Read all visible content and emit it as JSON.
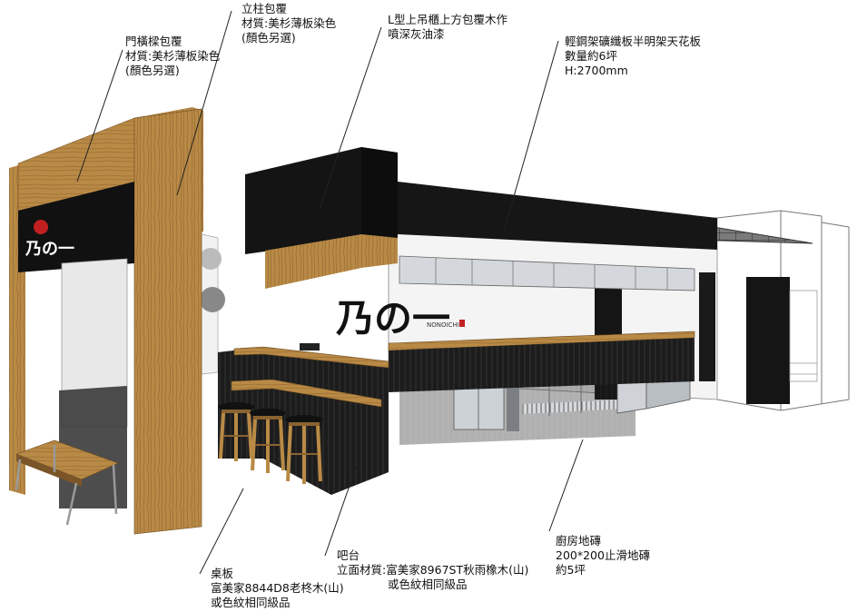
{
  "colors": {
    "wood": "#b98a45",
    "wood_dark": "#8a6330",
    "black": "#141414",
    "steel": "#c9ced3",
    "leader": "#222222"
  },
  "annotations": {
    "door_beam": {
      "lines": [
        "門橫樑包覆",
        "材質:美杉薄板染色",
        "(顏色另選)"
      ]
    },
    "column": {
      "lines": [
        "立柱包覆",
        "材質:美杉薄板染色",
        "(顏色另選)"
      ]
    },
    "cabinet": {
      "lines": [
        "L型上吊櫃上方包覆木作",
        "噴深灰油漆"
      ]
    },
    "ceiling": {
      "lines": [
        "輕鋼架礦纖板半明架天花板",
        "數量約6坪",
        "H:2700mm"
      ]
    },
    "tabletop": {
      "lines": [
        "桌板",
        "富美家8844D8老柊木(山)",
        "或色紋相同級品"
      ]
    },
    "bar": {
      "lines": [
        "吧台",
        "立面材質:富美家8967ST秋雨橡木(山)",
        "或色紋相同級品"
      ]
    },
    "floor": {
      "lines": [
        "廚房地磚",
        "200*200止滑地磚",
        "約5坪"
      ]
    }
  },
  "brand": {
    "logo_text": "乃の一",
    "logo_sub": "NONOICHI",
    "sign_text": "乃の一"
  }
}
